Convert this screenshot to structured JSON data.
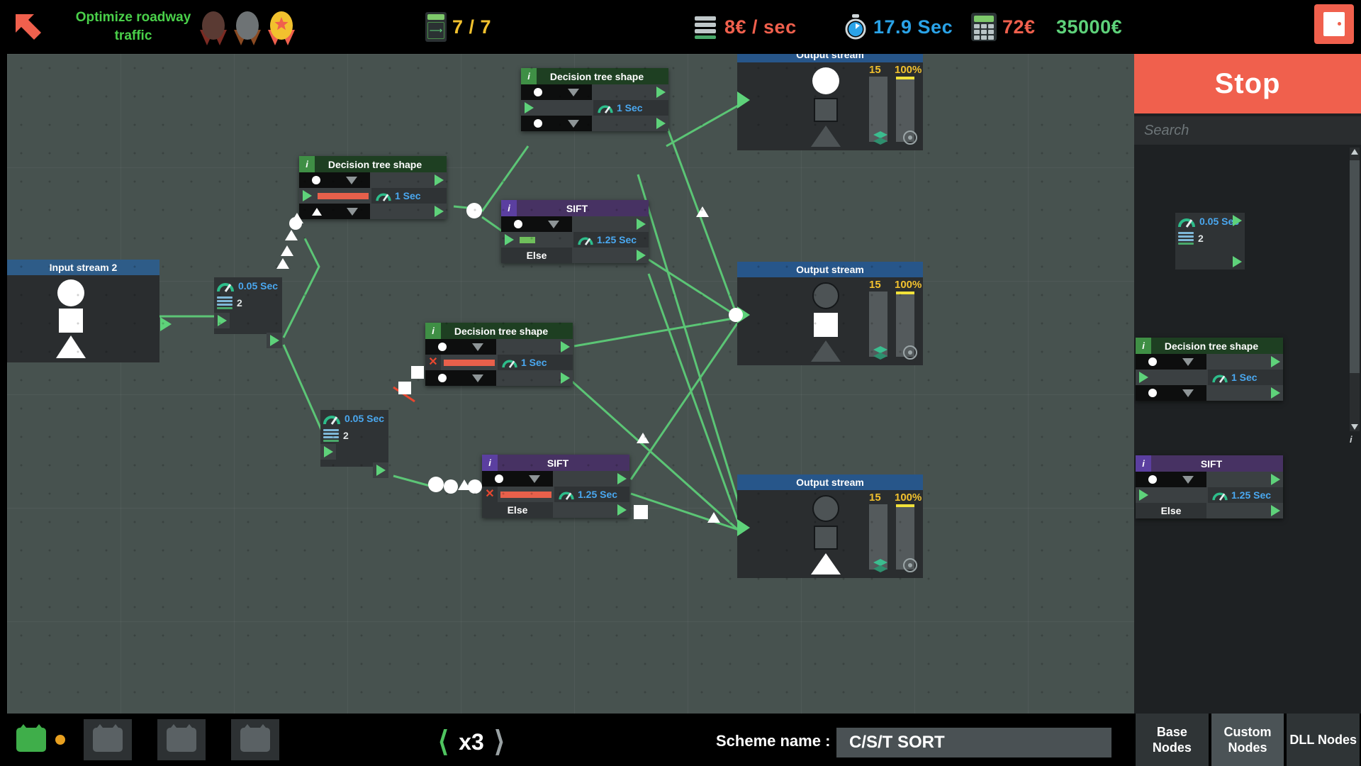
{
  "topbar": {
    "back_icon": "back-arrow-icon",
    "mission_title": "Optimize roadway traffic",
    "medals": [
      {
        "name": "bronze-medal",
        "disc": "#5a3a33",
        "ribbon": "#7b2b23"
      },
      {
        "name": "silver-medal",
        "disc": "#6e7375",
        "ribbon": "#8a4a22"
      },
      {
        "name": "gold-medal",
        "disc": "#f2c12e",
        "ribbon": "#e8472f"
      }
    ],
    "level_progress": "7 / 7",
    "level_icon": "level-card-icon",
    "throughput": "8€ / sec",
    "throughput_icon": "server-icon",
    "time": "17.9 Sec",
    "time_icon": "stopwatch-icon",
    "cost": "72€",
    "cost_icon": "calculator-icon",
    "budget": "35000€",
    "quit_icon": "exit-door-icon"
  },
  "streams": {
    "input": {
      "title": "Input stream 2",
      "shapes": [
        "circle",
        "square",
        "triangle"
      ]
    },
    "outputs": [
      {
        "title": "Output stream",
        "count": "15",
        "percent": "100%",
        "highlight": "circle"
      },
      {
        "title": "Output stream",
        "count": "15",
        "percent": "100%",
        "highlight": "square"
      },
      {
        "title": "Output stream",
        "count": "15",
        "percent": "100%",
        "highlight": "triangle"
      }
    ]
  },
  "nodes": [
    {
      "id": "dt-top",
      "type": "Decision tree shape",
      "color": "green",
      "info": "i",
      "time": "1 Sec",
      "bar": "none",
      "rows": [
        "circle",
        "circle"
      ]
    },
    {
      "id": "dt-mid",
      "type": "Decision tree shape",
      "color": "green",
      "info": "i",
      "time": "1 Sec",
      "bar": "red",
      "rows": [
        "circle",
        "triangle"
      ]
    },
    {
      "id": "sift-up",
      "type": "SIFT",
      "color": "purple",
      "info": "i",
      "time": "1.25 Sec",
      "bar": "green",
      "else_label": "Else",
      "rows": [
        "circle"
      ]
    },
    {
      "id": "dt-low",
      "type": "Decision tree shape",
      "color": "green",
      "info": "i",
      "time": "1 Sec",
      "bar": "red-x",
      "rows": [
        "circle",
        "circle"
      ]
    },
    {
      "id": "sift-low",
      "type": "SIFT",
      "color": "purple",
      "info": "i",
      "time": "1.25 Sec",
      "bar": "red-x",
      "else_label": "Else",
      "rows": [
        "circle"
      ]
    }
  ],
  "mininodes": [
    {
      "id": "mini-1",
      "time": "0.05 Sec",
      "count": "2",
      "gauge_icon": "gauge-icon",
      "count_icon": "stack-count-icon"
    },
    {
      "id": "mini-2",
      "time": "0.05 Sec",
      "count": "2",
      "gauge_icon": "gauge-icon",
      "count_icon": "stack-count-icon"
    }
  ],
  "right_panel": {
    "stop_label": "Stop",
    "search_placeholder": "Search",
    "palette": [
      {
        "id": "p-mini",
        "info": "i",
        "time": "0.05 Sec",
        "count": "2"
      },
      {
        "id": "p-dt",
        "info": "i",
        "title": "Decision tree shape",
        "color": "green",
        "time": "1 Sec"
      },
      {
        "id": "p-sift",
        "info": "i",
        "title": "SIFT",
        "color": "purple",
        "time": "1.25 Sec",
        "else_label": "Else"
      }
    ],
    "tabs": [
      {
        "label": "Base Nodes",
        "active": false
      },
      {
        "label": "Custom Nodes",
        "active": true
      },
      {
        "label": "DLL Nodes",
        "active": false
      }
    ]
  },
  "bottombar": {
    "speed": "x3",
    "prev_icon": "chevron-left-icon",
    "next_icon": "chevron-right-icon",
    "scheme_label": "Scheme name :",
    "scheme_value": "C/S/T SORT",
    "cat_slots": [
      "cat-slot-active",
      "cat-slot-1",
      "cat-slot-2",
      "cat-slot-3"
    ]
  },
  "colors": {
    "accent_green": "#5ed27a",
    "accent_red": "#f0604d",
    "accent_blue": "#4aa8f0",
    "accent_yellow": "#f2c12e"
  }
}
